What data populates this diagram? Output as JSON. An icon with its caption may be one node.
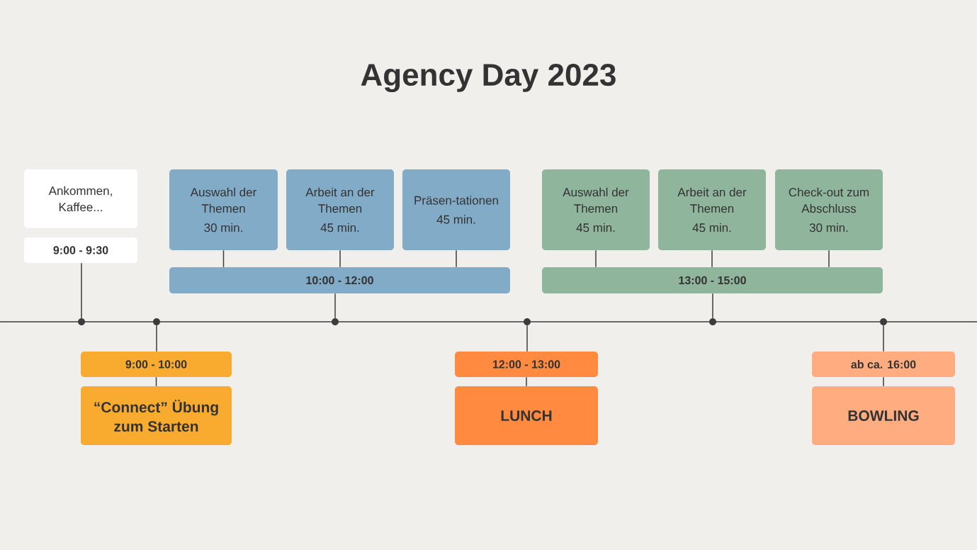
{
  "diagram": {
    "title": "Agency Day 2023",
    "nodes": [
      {
        "text": [
          "Ankommen, Kaffee..."
        ]
      },
      {
        "text": [
          "Auswahl der Themen",
          "30 min."
        ]
      },
      {
        "text": [
          "Arbeit an der Themen",
          "45 min."
        ]
      },
      {
        "text": [
          "Präsen-tationen",
          "45 min."
        ]
      },
      {
        "text": [
          "Auswahl der Themen",
          "45 min."
        ]
      },
      {
        "text": [
          "Arbeit an der Themen",
          "45 min."
        ]
      },
      {
        "text": [
          "Check-out zum Abschluss",
          "30 min."
        ]
      },
      {
        "text": [
          "9:00 - 9:30"
        ]
      },
      {
        "text": [
          "10:00 - 12:00"
        ]
      },
      {
        "text": [
          "13:00 - 15:00"
        ]
      },
      {
        "text": [],
        "shape": "circle"
      },
      {
        "text": [],
        "shape": "circle"
      },
      {
        "text": [],
        "shape": "circle"
      },
      {
        "text": [],
        "shape": "circle"
      },
      {
        "text": [],
        "shape": "circle"
      },
      {
        "text": [],
        "shape": "circle"
      },
      {
        "text": [
          "9:00 - 10:00"
        ]
      },
      {
        "text": [
          "12:00 - 13:00"
        ]
      },
      {
        "text": [
          "ab ca. 16:00"
        ]
      },
      {
        "text": [
          "“Connect” Übung zum Starten"
        ]
      },
      {
        "text": [
          "LUNCH"
        ]
      },
      {
        "text": [
          "BOWLING"
        ]
      }
    ],
    "edges": [
      {
        "from": 7,
        "to": 10,
        "arrow": "none"
      },
      {
        "from": 1,
        "to": 8,
        "arrow": "none"
      },
      {
        "from": 2,
        "to": 8,
        "arrow": "none"
      },
      {
        "from": 3,
        "to": 8,
        "arrow": "none"
      },
      {
        "from": 8,
        "to": 12,
        "arrow": "none"
      },
      {
        "from": 4,
        "to": 9,
        "arrow": "none"
      },
      {
        "from": 5,
        "to": 9,
        "arrow": "none"
      },
      {
        "from": 6,
        "to": 9,
        "arrow": "none"
      },
      {
        "from": 9,
        "to": 14,
        "arrow": "none"
      },
      {
        "from": 11,
        "to": 16,
        "arrow": "none"
      },
      {
        "from": 16,
        "to": 19,
        "arrow": "none"
      },
      {
        "from": 13,
        "to": 17,
        "arrow": "none"
      },
      {
        "from": 17,
        "to": 20,
        "arrow": "none"
      },
      {
        "from": 15,
        "to": 18,
        "arrow": "none"
      },
      {
        "from": 18,
        "to": 21,
        "arrow": "none"
      }
    ]
  }
}
